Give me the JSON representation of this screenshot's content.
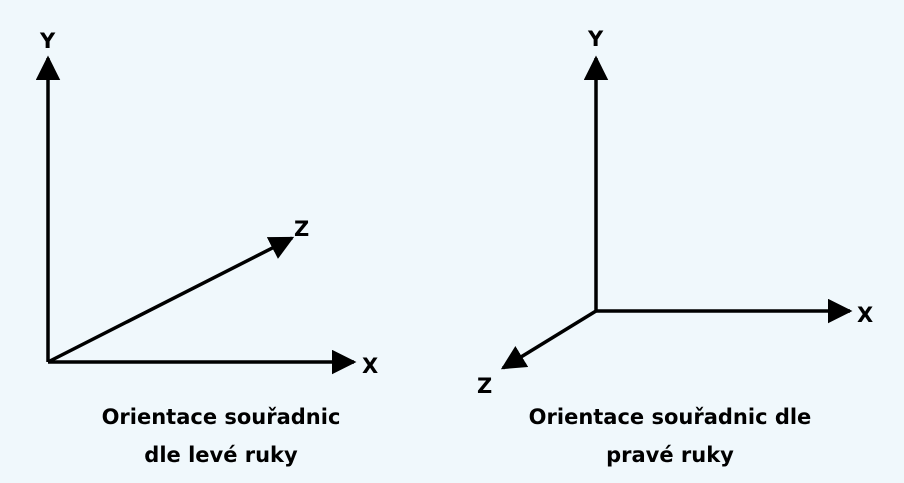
{
  "left_system": {
    "labels": {
      "y": "Y",
      "z": "Z",
      "x": "X"
    },
    "caption": [
      "Orientace souřadnic",
      "dle levé ruky"
    ]
  },
  "right_system": {
    "labels": {
      "y": "Y",
      "x": "X",
      "z": "Z"
    },
    "caption": [
      "Orientace souřadnic dle",
      "pravé ruky"
    ]
  },
  "colors": {
    "background": "#f0f8fc",
    "ink": "#000000"
  }
}
